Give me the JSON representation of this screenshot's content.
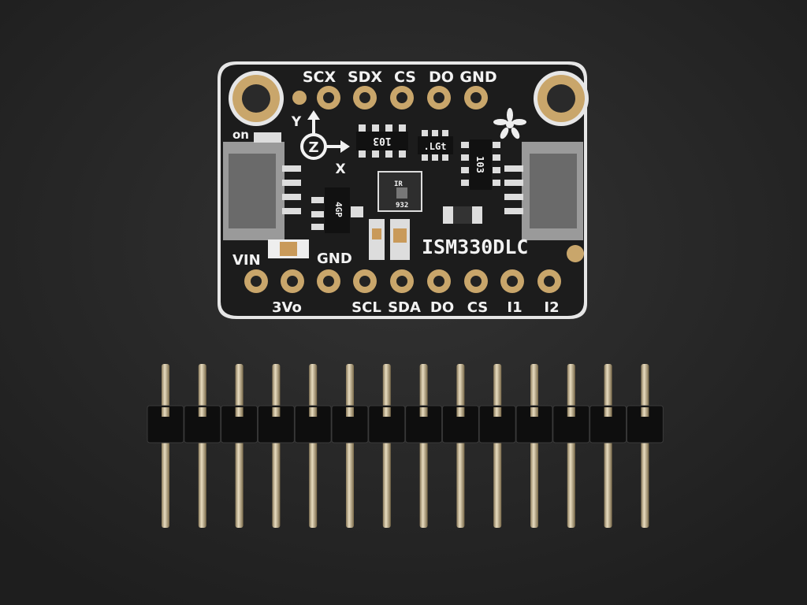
{
  "board": {
    "top_labels": [
      "SCX",
      "SDX",
      "CS",
      "DO",
      "GND"
    ],
    "bottom_labels": [
      "SCL",
      "SDA",
      "DO",
      "CS",
      "I1",
      "I2"
    ],
    "vin_label": "VIN",
    "gnd_label": "GND",
    "v3_label": "3Vo",
    "on_label": "on",
    "part_name": "ISM330DLC",
    "axis_y": "Y",
    "axis_x": "X",
    "axis_z": "Z",
    "chips": {
      "resistor_a": "103",
      "transistor": ".LGt",
      "resistor_b": "103",
      "sensor_line1": "IR",
      "sensor_line2": "932",
      "regulator": "4GP"
    }
  },
  "header": {
    "pin_count": 14
  },
  "colors": {
    "background": "#262626",
    "pcb": "#1c1c1c",
    "gold": "#c9a66b",
    "silk": "#f2f2f2"
  }
}
